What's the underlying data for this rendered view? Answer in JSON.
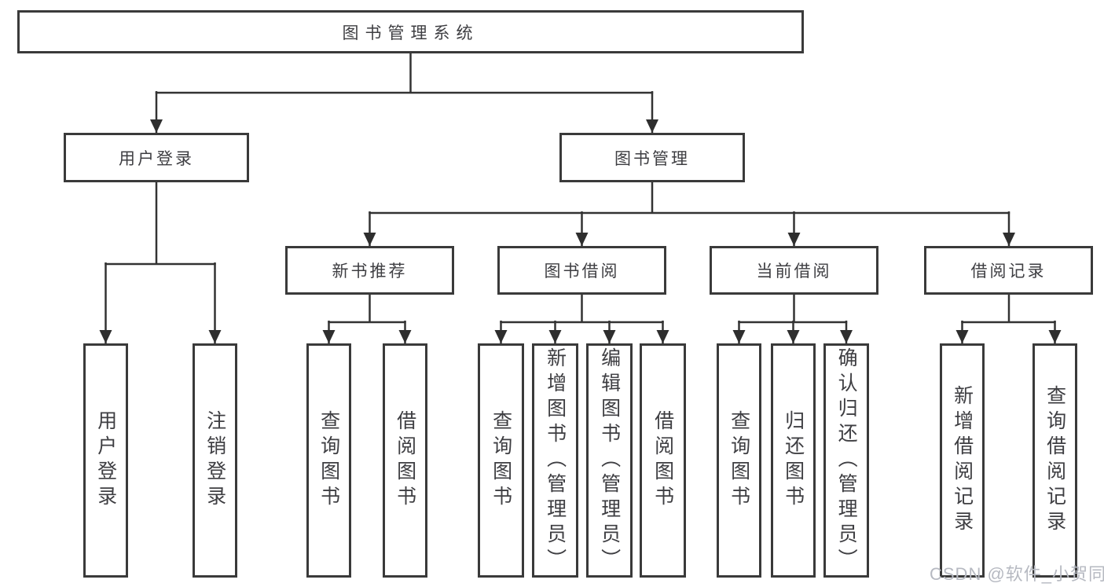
{
  "diagram": {
    "type": "hierarchy-tree",
    "title": "图书管理系统",
    "nodes": {
      "root": {
        "label": "图书管理系统"
      },
      "user_login": {
        "label": "用户登录"
      },
      "book_mgmt": {
        "label": "图书管理"
      },
      "new_book_rec": {
        "label": "新书推荐"
      },
      "book_borrow": {
        "label": "图书借阅"
      },
      "current_borrow": {
        "label": "当前借阅"
      },
      "borrow_records": {
        "label": "借阅记录"
      },
      "login": {
        "label": "用户登录"
      },
      "logout": {
        "label": "注销登录"
      },
      "rec_query_books": {
        "label": "查询图书"
      },
      "rec_borrow_books": {
        "label": "借阅图书"
      },
      "bb_query_books": {
        "label": "查询图书"
      },
      "bb_add_books": {
        "label": "新增图书（管理员）"
      },
      "bb_edit_books": {
        "label": "编辑图书（管理员）"
      },
      "bb_borrow_books": {
        "label": "借阅图书"
      },
      "cb_query_books": {
        "label": "查询图书"
      },
      "cb_return_books": {
        "label": "归还图书"
      },
      "cb_confirm_return": {
        "label": "确认归还（管理员）"
      },
      "br_add_record": {
        "label": "新增借阅记录"
      },
      "br_query_record": {
        "label": "查询借阅记录"
      }
    },
    "hierarchy": {
      "图书管理系统": {
        "用户登录": [
          "用户登录",
          "注销登录"
        ],
        "图书管理": {
          "新书推荐": [
            "查询图书",
            "借阅图书"
          ],
          "图书借阅": [
            "查询图书",
            "新增图书（管理员）",
            "编辑图书（管理员）",
            "借阅图书"
          ],
          "当前借阅": [
            "查询图书",
            "归还图书",
            "确认归还（管理员）"
          ],
          "借阅记录": [
            "新增借阅记录",
            "查询借阅记录"
          ]
        }
      }
    },
    "colors": {
      "background": "#ffffff",
      "box_border": "#3a3a3a",
      "connector_line": "#333333",
      "arrowhead": "#2e2e2e",
      "text": "#3e3e42"
    }
  },
  "watermark": {
    "text": "CSDN @软件_小贺同学",
    "color": "#b6b9c1"
  }
}
